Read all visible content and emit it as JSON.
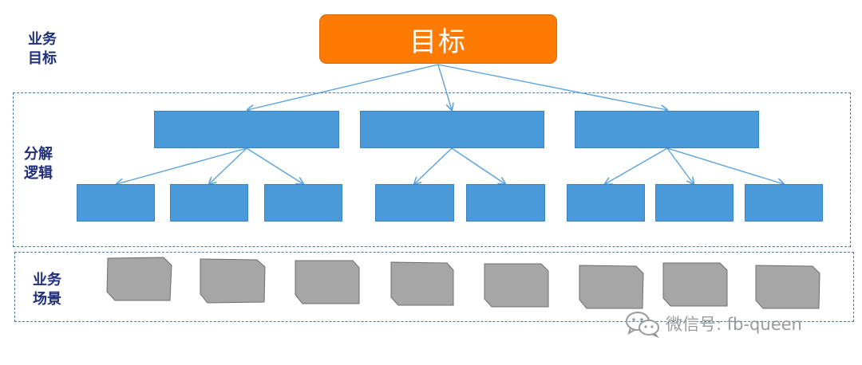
{
  "side_labels": {
    "business_goal": "业务\n目标",
    "decomposition_logic": "分解\n逻辑",
    "business_scenario": "业务\n场景"
  },
  "root": {
    "label": "目标"
  },
  "watermark": {
    "text": "微信号: fb-queen",
    "icon": "wechat-icon"
  },
  "colors": {
    "root_fill": "#ff7a00",
    "node_fill": "#4a9ad9",
    "scene_fill": "#a6a6a6",
    "edge": "#5aa2dc",
    "label": "#1f2f7a",
    "panel_border": "#4a79a8"
  }
}
